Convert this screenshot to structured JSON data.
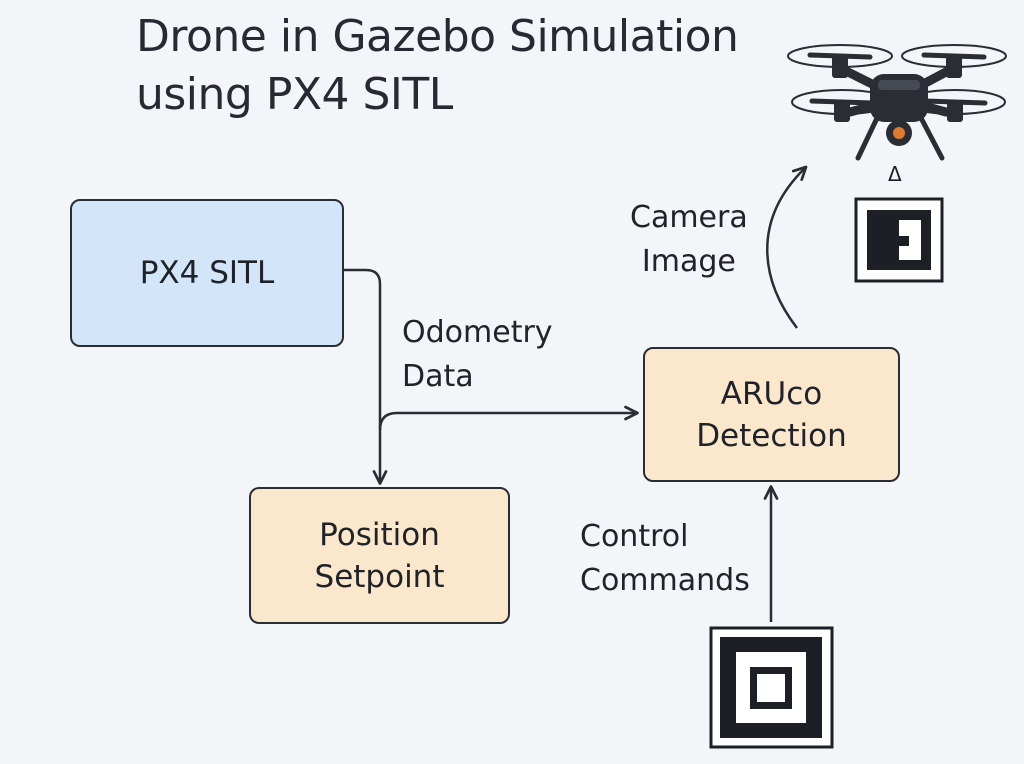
{
  "title": {
    "line1": "Drone in Gazebo Simulation",
    "line2": "using PX4 SITL"
  },
  "nodes": {
    "px4_sitl": {
      "label": "PX4 SITL",
      "color": "#d3e5f8"
    },
    "position_setpoint": {
      "line1": "Position",
      "line2": "Setpoint",
      "color": "#fbe8cc"
    },
    "aruco_detection": {
      "line1": "ARUco",
      "line2": "Detection",
      "color": "#fbe8cc"
    }
  },
  "edges": {
    "odometry": {
      "line1": "Odometry",
      "line2": "Data"
    },
    "camera": {
      "line1": "Camera",
      "line2": "Image"
    },
    "control": {
      "line1": "Control",
      "line2": "Commands"
    }
  },
  "drone_marker_symbol": "Δ",
  "icons": [
    "drone-icon",
    "aruco-marker-icon"
  ]
}
